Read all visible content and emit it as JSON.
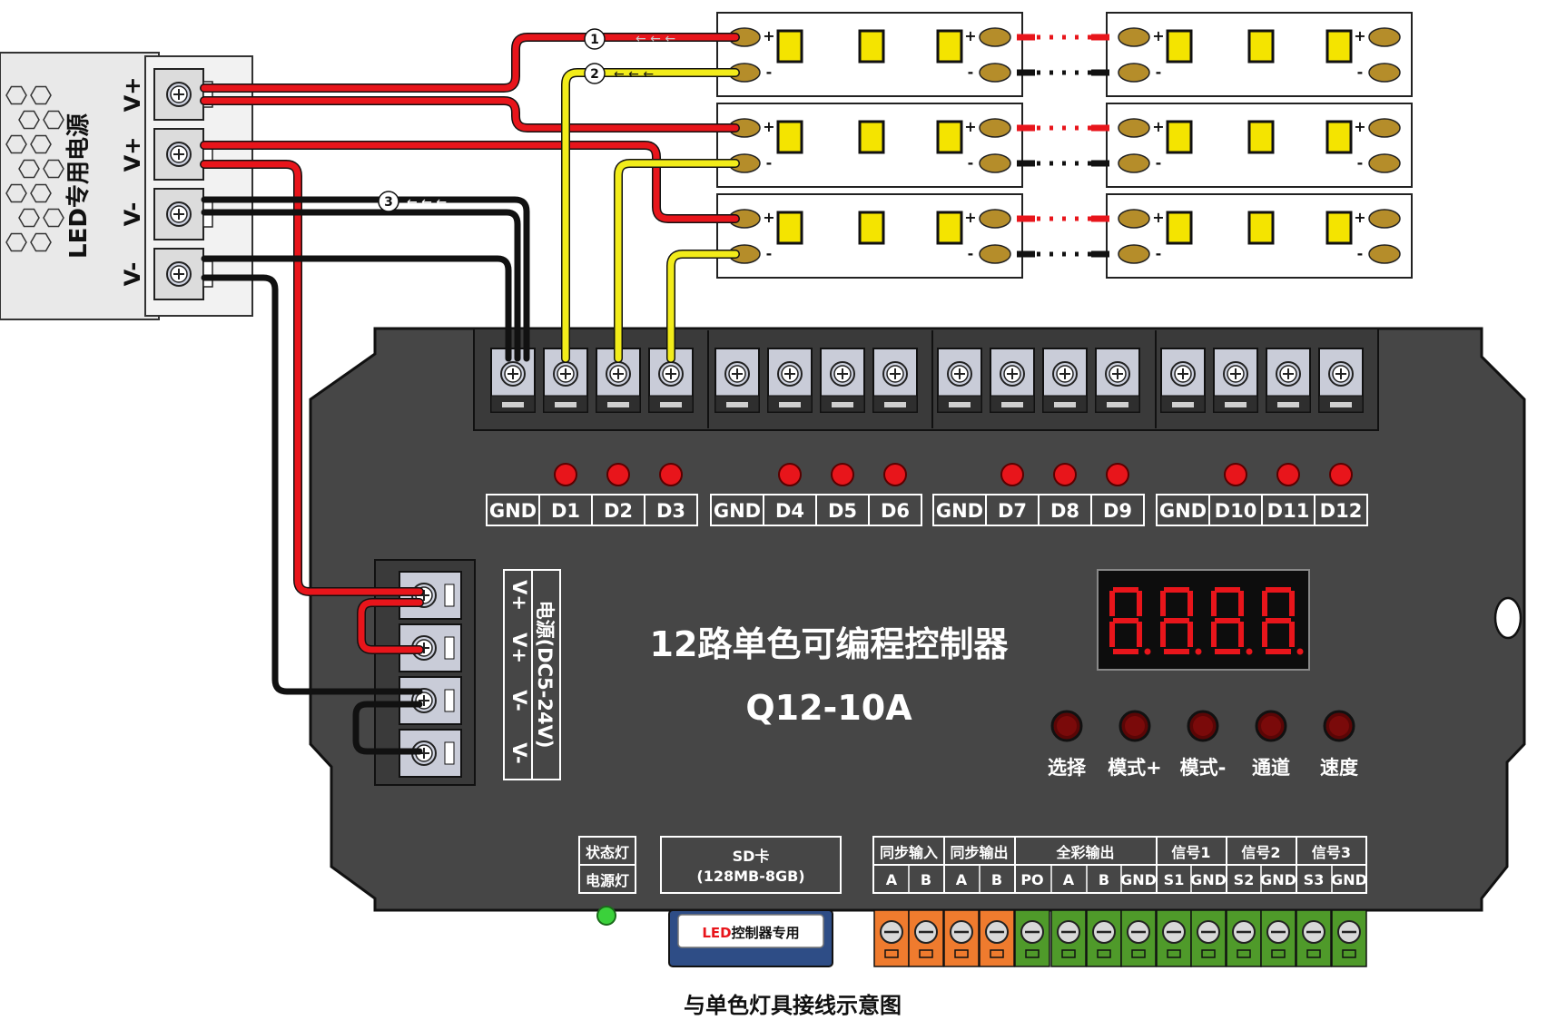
{
  "psu": {
    "name": "LED专用电源",
    "terminals": [
      "V+",
      "V+",
      "V-",
      "V-"
    ]
  },
  "strips": {
    "plus": "+",
    "minus": "-"
  },
  "wire_markers": [
    "1",
    "2",
    "3"
  ],
  "controller": {
    "title": "12路单色可编程控制器",
    "model": "Q12-10A",
    "channel_labels": [
      "GND",
      "D1",
      "D2",
      "D3",
      "GND",
      "D4",
      "D5",
      "D6",
      "GND",
      "D7",
      "D8",
      "D9",
      "GND",
      "D10",
      "D11",
      "D12"
    ],
    "power_terminals": [
      "V+",
      "V+",
      "V-",
      "V-"
    ],
    "power_label": "电源(DC5-24V)",
    "buttons": [
      "选择",
      "模式+",
      "模式-",
      "通道",
      "速度"
    ],
    "status_led": "状态灯",
    "power_led": "电源灯",
    "sd_title": "SD卡",
    "sd_range": "(128MB-8GB)",
    "sd_card_label_a": "LED",
    "sd_card_label_b": "控制器专用",
    "io_groups": [
      "同步输入",
      "同步输出",
      "全彩输出",
      "信号1",
      "信号2",
      "信号3"
    ],
    "io_pins": [
      "A",
      "B",
      "A",
      "B",
      "PO",
      "A",
      "B",
      "GND",
      "S1",
      "GND",
      "S2",
      "GND",
      "S3",
      "GND"
    ]
  },
  "caption": "与单色灯具接线示意图",
  "colors": {
    "red": "#e8151b",
    "yellow": "#f2ec1a",
    "black": "#111111",
    "board": "#464646",
    "led_on": "#e8151b",
    "orange": "#ef7b2e",
    "green": "#4f9a2a"
  }
}
